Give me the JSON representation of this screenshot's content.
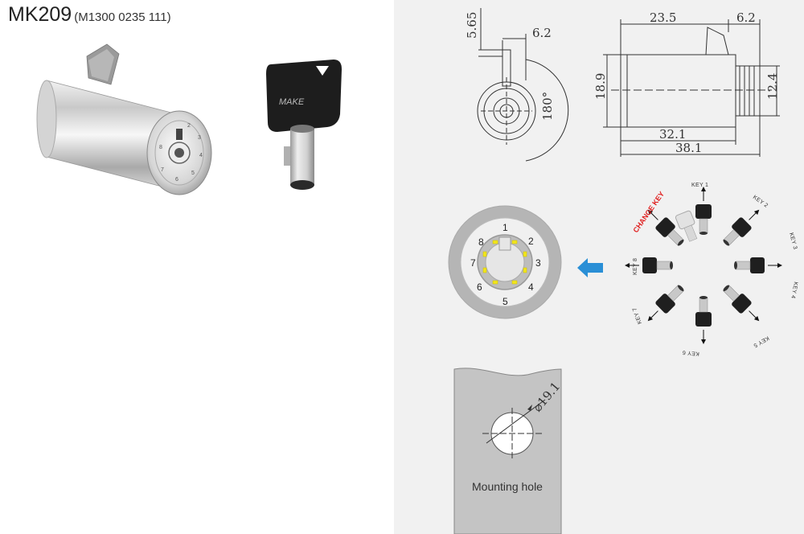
{
  "product": {
    "model": "MK209",
    "part_number": "(M1300 0235 111)",
    "key_brand": "MAKE"
  },
  "front_view": {
    "dim_top": "5.65",
    "dim_width": "6.2",
    "dim_angle": "180°"
  },
  "side_view": {
    "dim_body": "23.5",
    "dim_cam": "6.2",
    "dim_height": "18.9",
    "dim_shaft": "12.4",
    "dim_length_a": "32.1",
    "dim_length_total": "38.1"
  },
  "keyway_diagram": {
    "positions": [
      "1",
      "2",
      "3",
      "4",
      "5",
      "6",
      "7",
      "8"
    ],
    "colors": {
      "yellow": "#f2e61c",
      "arrow": "#2a8fd6"
    }
  },
  "key_set": {
    "change_key_label": "CHANGE KEY",
    "labels": [
      "KEY 1",
      "KEY 2",
      "KEY 3",
      "KEY 4",
      "KEY 5",
      "KEY 6",
      "KEY 7",
      "KEY 8"
    ]
  },
  "mounting": {
    "diameter": "⌀19.1",
    "label": "Mounting hole"
  }
}
